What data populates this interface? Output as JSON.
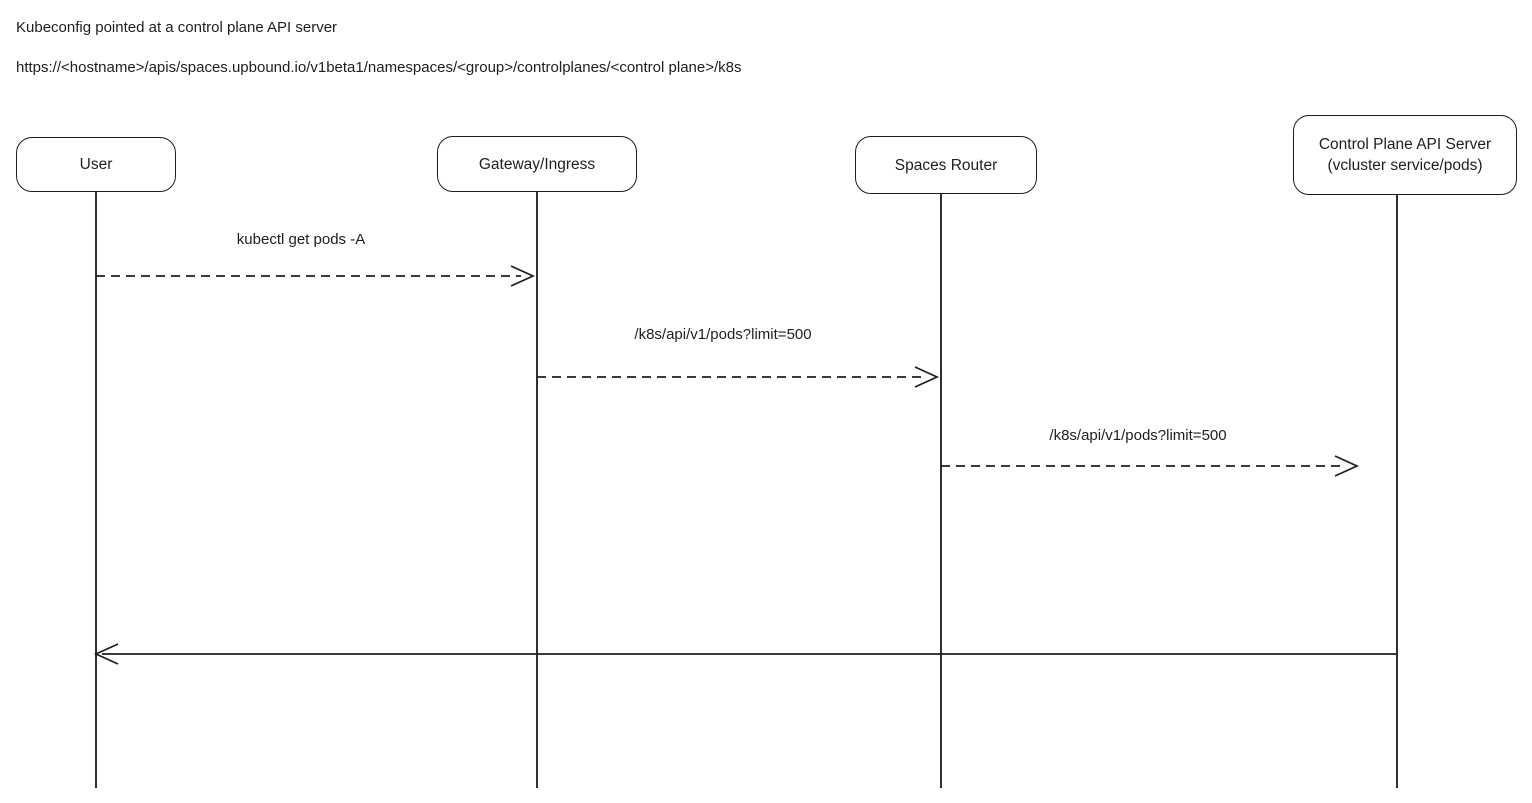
{
  "header": {
    "line1": "Kubeconfig pointed at a control plane API server",
    "line2": "https://<hostname>/apis/spaces.upbound.io/v1beta1/namespaces/<group>/controlplanes/<control plane>/k8s"
  },
  "diagram": {
    "type": "sequence",
    "colors": {
      "stroke": "#1e1e1e",
      "background": "#ffffff"
    },
    "actors": [
      {
        "id": "user",
        "label": "User"
      },
      {
        "id": "gateway-ingress",
        "label": "Gateway/Ingress"
      },
      {
        "id": "spaces-router",
        "label": "Spaces Router"
      },
      {
        "id": "control-plane-api-server",
        "label": "Control Plane API Server",
        "sublabel": "(vcluster service/pods)"
      }
    ],
    "messages": [
      {
        "from": "user",
        "to": "gateway-ingress",
        "label": "kubectl get pods -A",
        "line": "dashed",
        "direction": "right"
      },
      {
        "from": "gateway-ingress",
        "to": "spaces-router",
        "label": "/k8s/api/v1/pods?limit=500",
        "line": "dashed",
        "direction": "right"
      },
      {
        "from": "spaces-router",
        "to": "control-plane-api-server",
        "label": "/k8s/api/v1/pods?limit=500",
        "line": "dashed",
        "direction": "right"
      },
      {
        "from": "control-plane-api-server",
        "to": "user",
        "label": "",
        "line": "solid",
        "direction": "left"
      }
    ]
  }
}
